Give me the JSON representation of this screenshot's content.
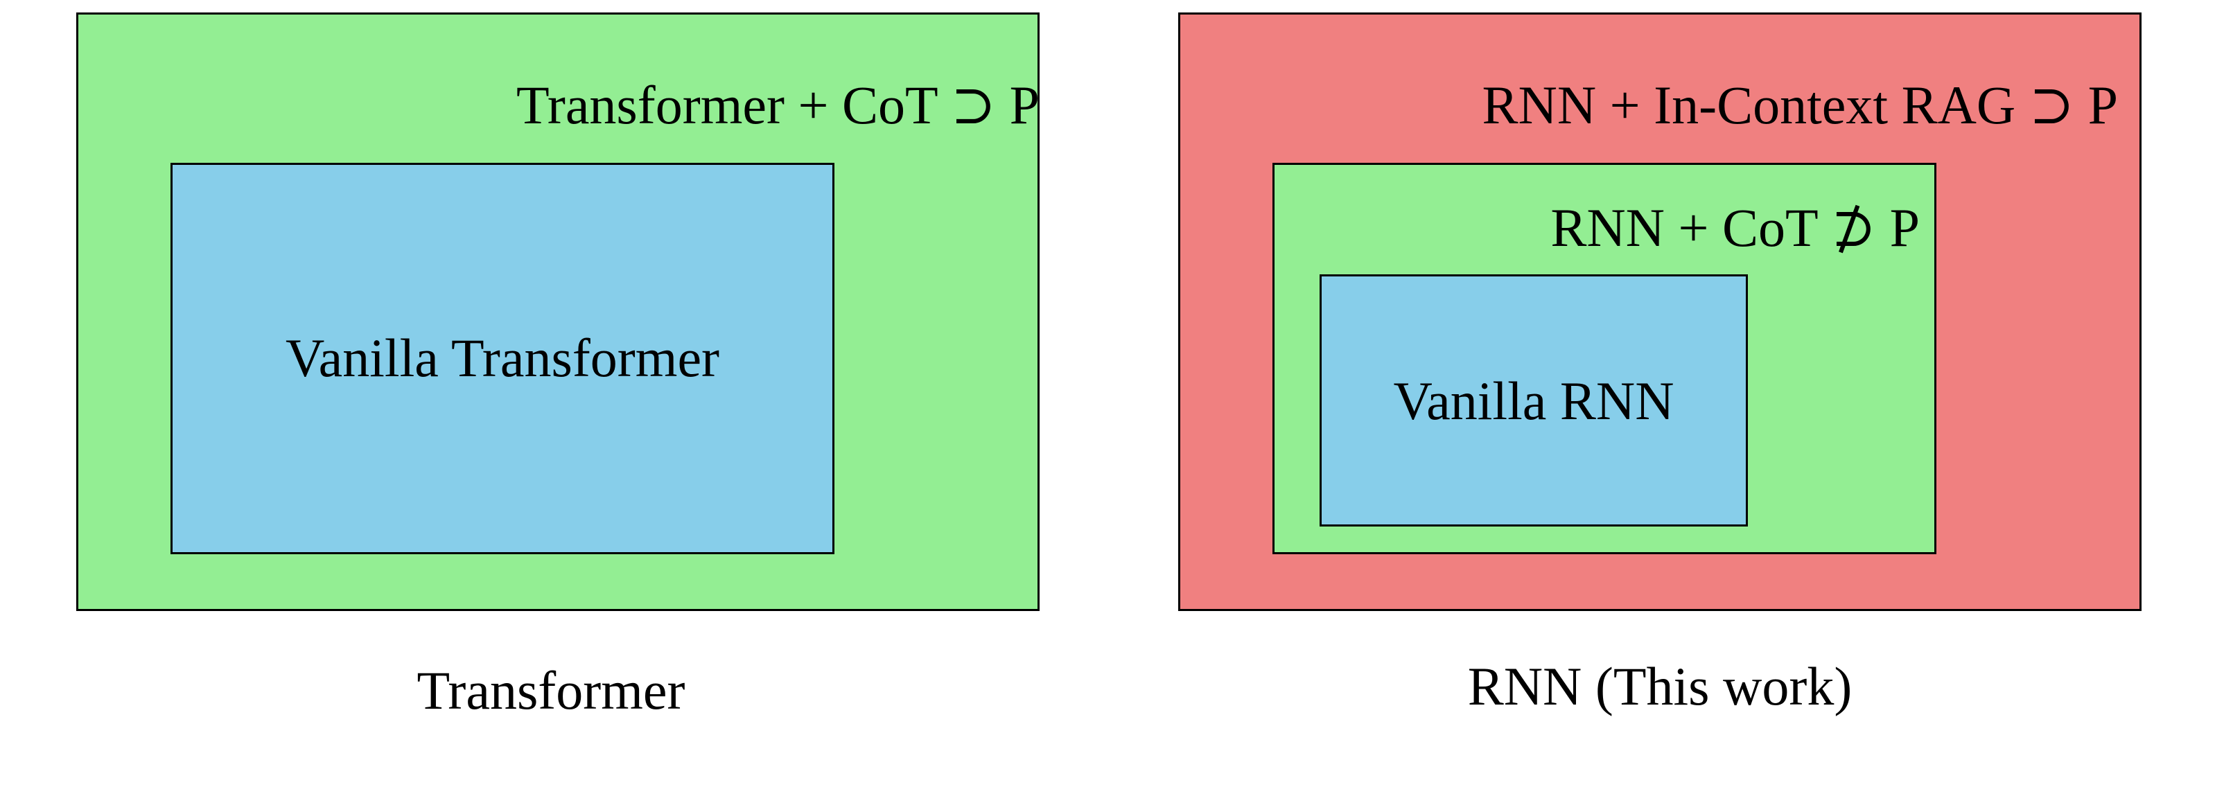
{
  "colors": {
    "green": "#93ee93",
    "blue": "#87ceea",
    "red": "#f08080"
  },
  "left_panel": {
    "outer_label": "Transformer + CoT ⊃ P",
    "inner_label": "Vanilla Transformer",
    "caption": "Transformer"
  },
  "right_panel": {
    "outer_label": "RNN + In-Context RAG ⊃ P",
    "middle_label": "RNN + CoT ⊅ P",
    "inner_label": "Vanilla RNN",
    "caption": "RNN (This work)"
  }
}
